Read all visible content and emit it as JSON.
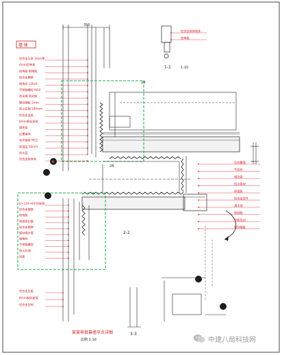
{
  "drawing": {
    "title_box": "墙 体",
    "section_upper": "1-1",
    "section_lower": "2-2",
    "section_bottom": "3-3",
    "detail_mark_a": "2A",
    "detail_mark_b": "2B",
    "scale_text": "1:10",
    "north_label": "A",
    "dim_top": "350",
    "caption_main": "某某项目幕墙节点详图",
    "caption_sub": "比例 1:10"
  },
  "left_notes_upper": [
    "铝合金压条 2mm厚",
    "4mm铝单板",
    "结构胶 耐候胶",
    "铝合金横梁",
    "钢角码 L50x5",
    "不锈钢螺栓 M10",
    "泡沫棒 密封胶",
    "镀锌钢板 2mm",
    "防火岩棉 100mm",
    "铝合金竖框",
    "8mm钢化玻璃",
    "隔热条",
    "后置埋件",
    "化学锚栓 M12",
    "保温层 50mm",
    "防水层",
    "铝合金装饰条"
  ],
  "left_notes_lower": [
    "6+12A+6中空玻璃",
    "铝合金窗框",
    "结构胶",
    "耐候密封胶",
    "铝合金副框",
    "镀锌钢方管",
    "钢角码",
    "不锈钢螺栓",
    "防火封堵",
    "铝板"
  ],
  "left_notes_bottom": [
    "铝合金压板",
    "8mm钢化玻璃",
    "铝合金型材"
  ],
  "right_notes": [
    "石材幕墙",
    "干挂件",
    "钢龙骨",
    "防水卷材",
    "保温板",
    "铝合金百叶",
    "滴水线",
    "密封胶",
    "铝板包边",
    "镀锌钢板"
  ],
  "top_right_notes": [
    "铝合金装饰线条",
    "铝单板"
  ],
  "watermark": {
    "icon": "wechat-icon",
    "text": "中建八局科技网",
    "color": "#9a9a9a"
  },
  "colors": {
    "note_red": "#d4161c",
    "line_black": "#1d1d1d",
    "guide_green": "#19a84a"
  }
}
